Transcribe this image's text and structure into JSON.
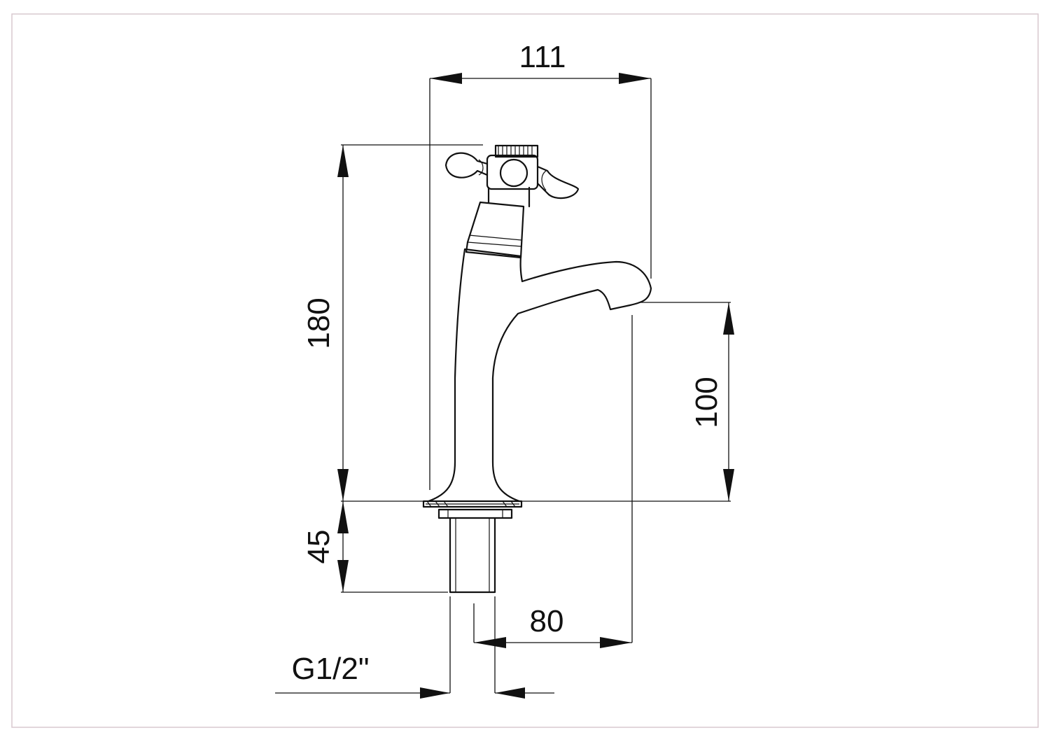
{
  "drawing": {
    "dimensions": {
      "width_top": "111",
      "height_total": "180",
      "spout_height": "100",
      "thread_length": "45",
      "spout_reach": "80",
      "thread_size": "G1/2\""
    }
  }
}
